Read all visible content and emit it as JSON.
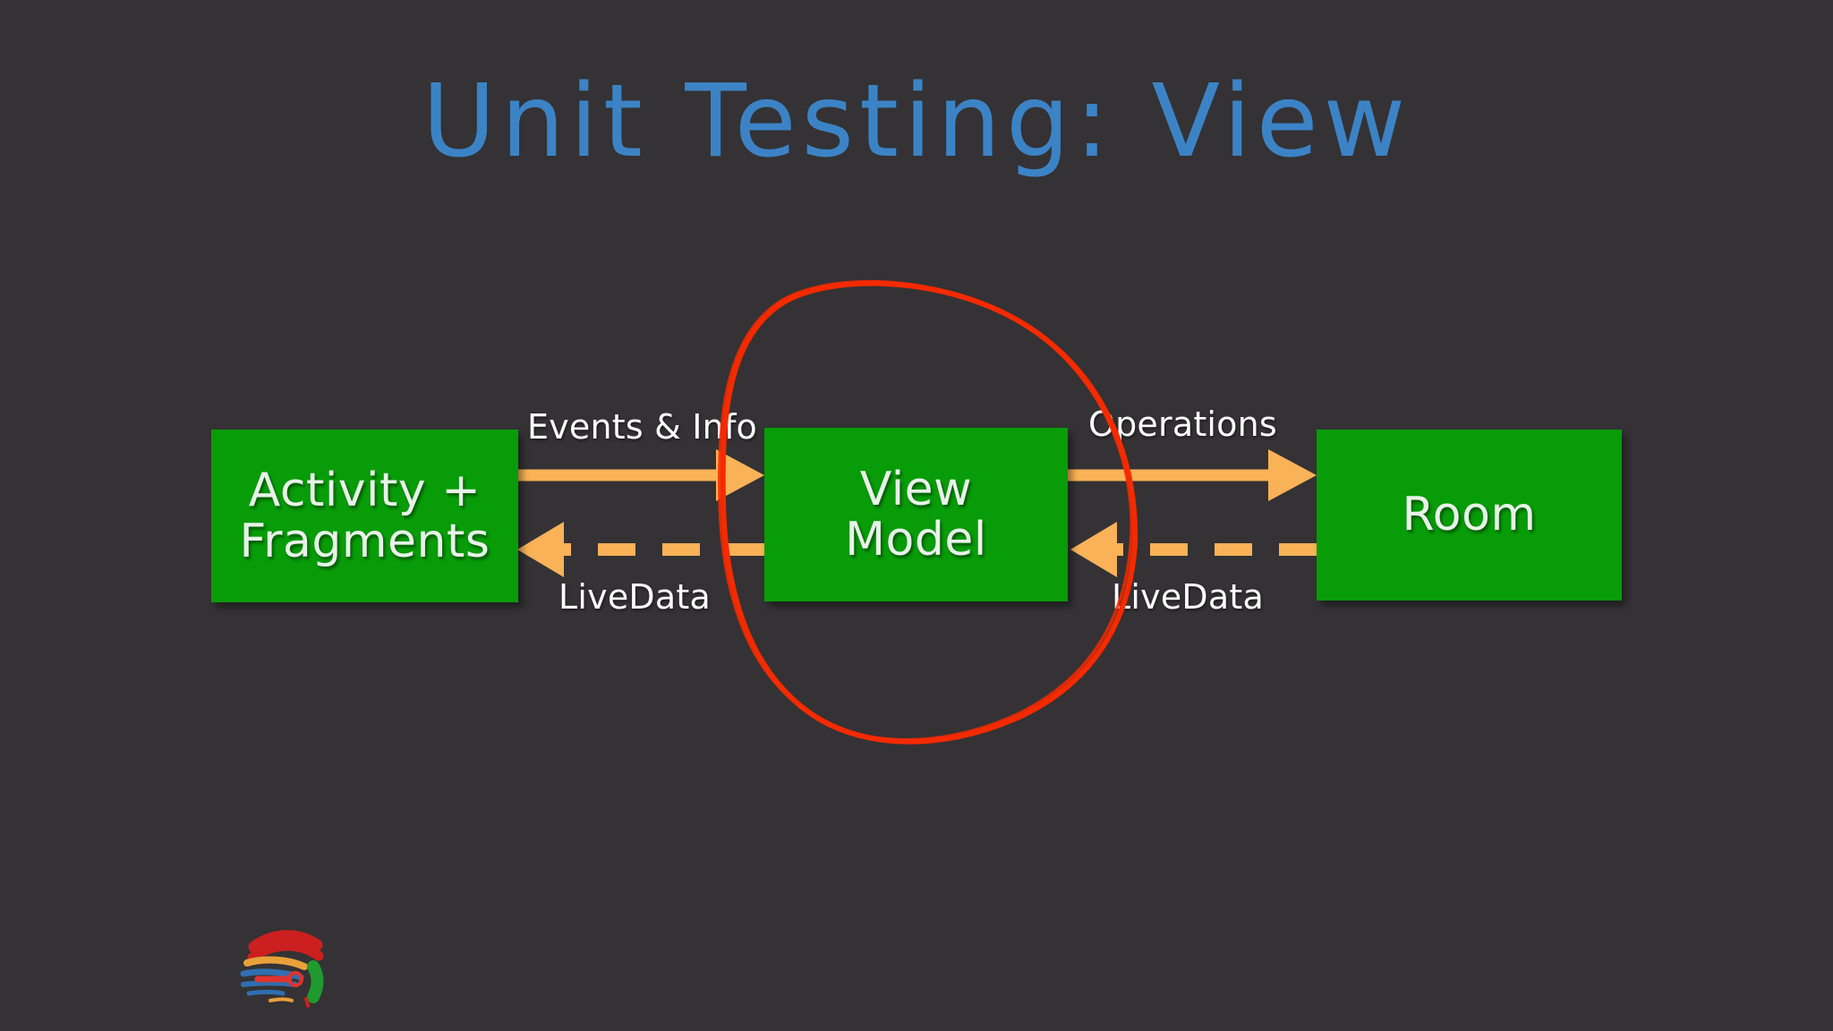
{
  "slide": {
    "title": "Unit Testing: View",
    "title_color": "#3c83c6",
    "background_color": "#343234"
  },
  "diagram": {
    "type": "flow",
    "node_fill_color": "#089c09",
    "node_text_color": "#e9f2e9",
    "arrow_color": "#f9b257",
    "annotation_color": "#f42a00",
    "nodes": [
      {
        "id": "activity",
        "label": "Activity +\nFragments"
      },
      {
        "id": "viewmodel",
        "label": "View\nModel"
      },
      {
        "id": "room",
        "label": "Room"
      }
    ],
    "edges": [
      {
        "id": "events",
        "label": "Events & Info",
        "from": "activity",
        "to": "viewmodel",
        "style": "solid",
        "direction": "right"
      },
      {
        "id": "livedata-l",
        "label": "LiveData",
        "from": "viewmodel",
        "to": "activity",
        "style": "dashed",
        "direction": "left"
      },
      {
        "id": "operations",
        "label": "Operations",
        "from": "viewmodel",
        "to": "room",
        "style": "solid",
        "direction": "right"
      },
      {
        "id": "livedata-r",
        "label": "LiveData",
        "from": "room",
        "to": "viewmodel",
        "style": "dashed",
        "direction": "left"
      }
    ],
    "annotation": {
      "shape": "hand-drawn-circle",
      "target": "viewmodel",
      "color": "#f42a00"
    }
  },
  "footer": {
    "logo_name": "feather-fan-logo"
  }
}
